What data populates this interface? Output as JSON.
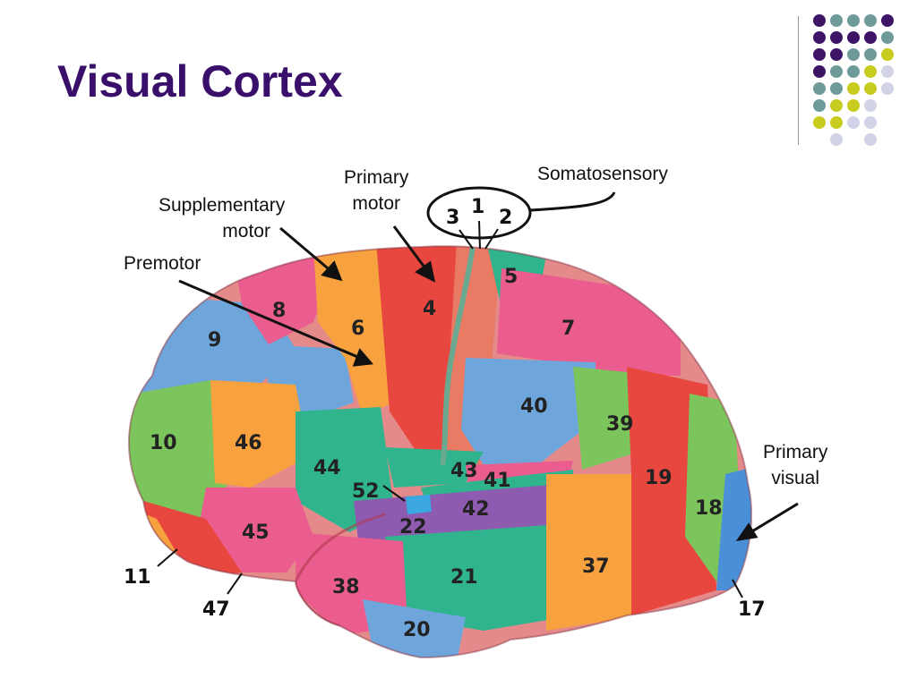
{
  "slide": {
    "title": "Visual Cortex"
  },
  "palette": [
    "#3d1466",
    "#6f9a9a",
    "#c8cc1e",
    "#d3d3e8"
  ],
  "dots": [
    [
      0,
      1,
      1,
      1,
      0
    ],
    [
      0,
      0,
      0,
      0,
      1
    ],
    [
      0,
      0,
      1,
      1,
      2
    ],
    [
      0,
      1,
      1,
      2,
      3
    ],
    [
      1,
      1,
      2,
      2,
      3
    ],
    [
      1,
      2,
      2,
      3,
      -1
    ],
    [
      2,
      2,
      3,
      3,
      -1
    ],
    [
      -1,
      3,
      -1,
      3,
      -1
    ]
  ],
  "callouts": {
    "supplementary": [
      "Supplementary",
      "motor"
    ],
    "primary_motor": [
      "Primary",
      "motor"
    ],
    "somatosensory": "Somatosensory",
    "premotor": "Premotor",
    "primary_visual": [
      "Primary",
      "visual"
    ]
  },
  "areas": {
    "a1": "1",
    "a2": "2",
    "a3": "3",
    "a4": "4",
    "a5": "5",
    "a6": "6",
    "a7": "7",
    "a8": "8",
    "a9": "9",
    "a10": "10",
    "a11": "11",
    "a17": "17",
    "a18": "18",
    "a19": "19",
    "a20": "20",
    "a21": "21",
    "a22": "22",
    "a37": "37",
    "a38": "38",
    "a39": "39",
    "a40": "40",
    "a41": "41",
    "a42": "42",
    "a43": "43",
    "a44": "44",
    "a45": "45",
    "a46": "46",
    "a47": "47",
    "a52": "52"
  }
}
